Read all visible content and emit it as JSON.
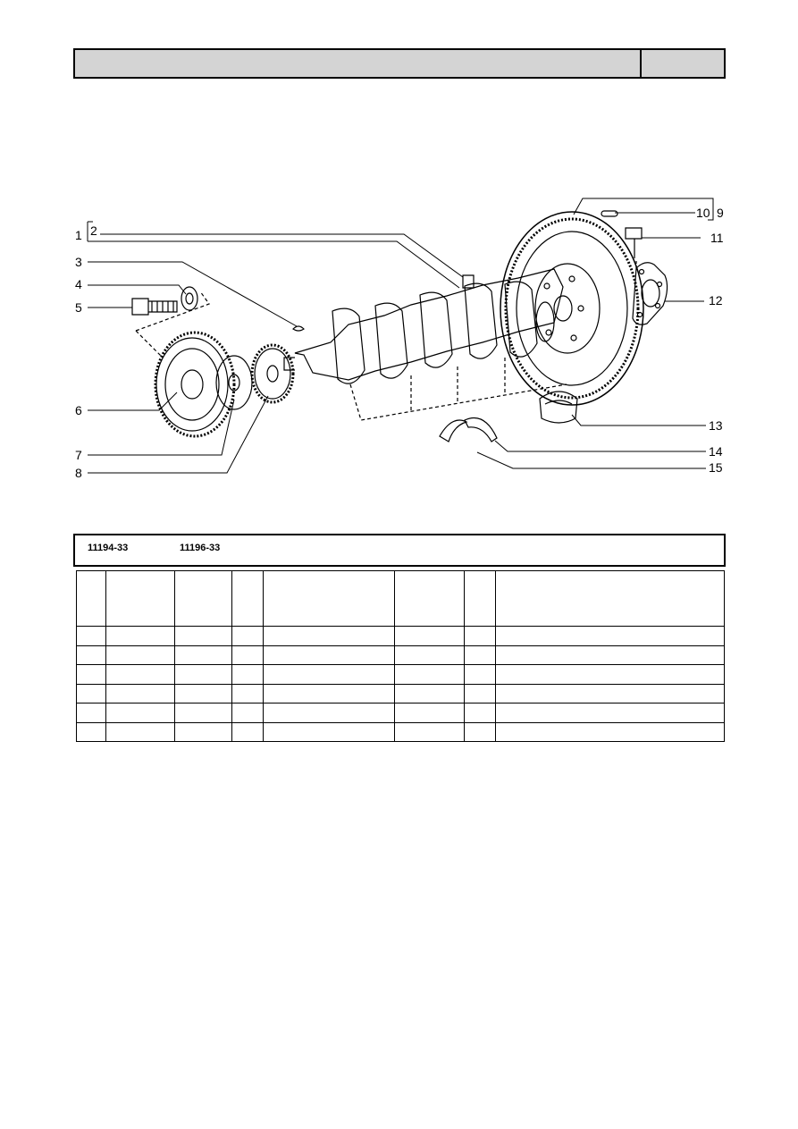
{
  "header": {
    "title": "",
    "page": ""
  },
  "callouts": [
    "1",
    "2",
    "3",
    "4",
    "5",
    "6",
    "7",
    "8",
    "9",
    "10",
    "11",
    "12",
    "13",
    "14",
    "15"
  ],
  "models": [
    "11194-33",
    "11196-33"
  ],
  "table": {
    "columns": [
      "",
      "",
      "",
      "",
      "",
      "",
      "",
      ""
    ],
    "rows": [
      [
        "",
        "",
        "",
        "",
        "",
        "",
        "",
        ""
      ],
      [
        "",
        "",
        "",
        "",
        "",
        "",
        "",
        ""
      ],
      [
        "",
        "",
        "",
        "",
        "",
        "",
        "",
        ""
      ],
      [
        "",
        "",
        "",
        "",
        "",
        "",
        "",
        ""
      ],
      [
        "",
        "",
        "",
        "",
        "",
        "",
        "",
        ""
      ],
      [
        "",
        "",
        "",
        "",
        "",
        "",
        "",
        ""
      ]
    ]
  }
}
